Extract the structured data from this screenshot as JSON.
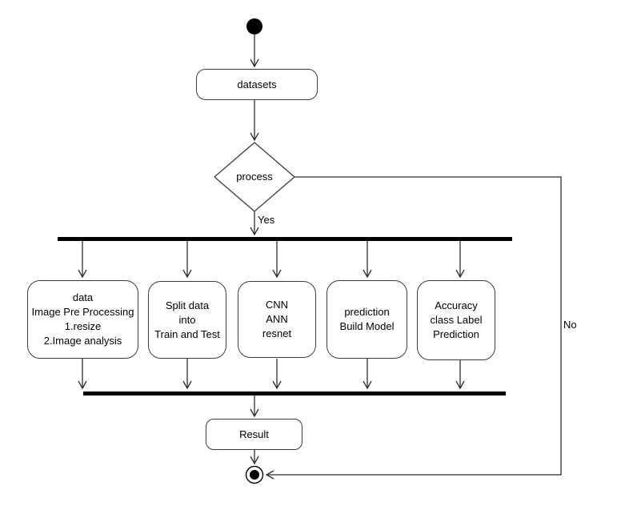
{
  "diagram": {
    "type": "uml-activity-diagram",
    "nodes": {
      "datasets": {
        "label": "datasets"
      },
      "decision": {
        "label": "process"
      },
      "result": {
        "label": "Result"
      }
    },
    "edges": {
      "yes_label": "Yes",
      "no_label": "No"
    },
    "activities": [
      {
        "lines": [
          "data",
          "Image Pre Processing",
          "1.resize",
          "2.Image analysis"
        ]
      },
      {
        "lines": [
          "Split data",
          "into",
          "Train and Test"
        ]
      },
      {
        "lines": [
          "CNN",
          "ANN",
          "resnet"
        ]
      },
      {
        "lines": [
          "prediction",
          "Build Model"
        ]
      },
      {
        "lines": [
          "Accuracy",
          "class Label",
          "Prediction"
        ]
      }
    ],
    "colors": {
      "background": "#ffffff",
      "line": "#2e2e2e",
      "node_border": "#3d3d3d",
      "sync_bar": "#000000",
      "text": "#000000"
    }
  }
}
